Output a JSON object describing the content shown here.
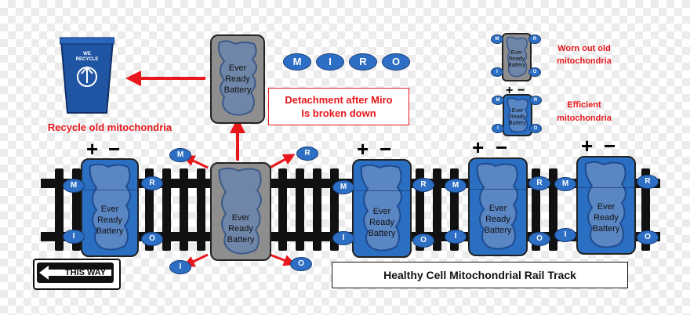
{
  "bin": {
    "line1": "WE",
    "line2": "RECYCLE"
  },
  "labels": {
    "recycle": "Recycle old mitochondria",
    "detachment_line1": "Detachment after Miro",
    "detachment_line2": "Is broken down",
    "track_title": "Healthy Cell Mitochondrial Rail Track",
    "this_way": "THIS WAY"
  },
  "battery": {
    "line1": "Ever",
    "line2": "Ready",
    "line3": "Battery"
  },
  "miro": [
    "M",
    "I",
    "R",
    "O"
  ],
  "terminals": {
    "m": "M",
    "r": "R",
    "i": "I",
    "o": "O"
  },
  "signs": {
    "plus": "+",
    "minus": "−"
  },
  "legend": {
    "worn_line1": "Worn out old",
    "worn_line2": "mitochondria",
    "efficient_line1": "Efficient",
    "efficient_line2": "mitochondria"
  },
  "colors": {
    "accent_red": "#e8171c",
    "battery_blue": "#2a6fc2",
    "battery_gray": "#8e8e8e"
  }
}
